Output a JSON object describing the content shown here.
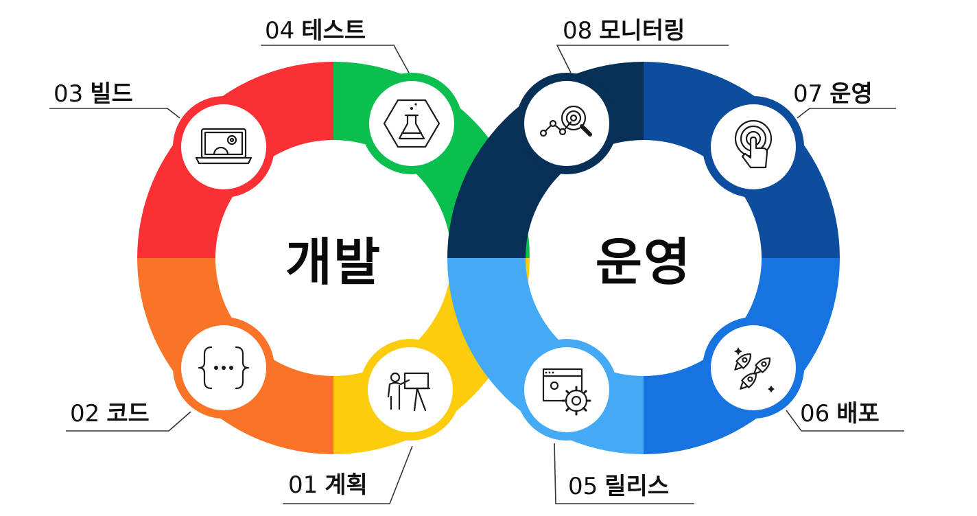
{
  "loops": {
    "dev": {
      "label": "개발"
    },
    "ops": {
      "label": "운영"
    }
  },
  "stages": [
    {
      "id": "plan",
      "number": "01",
      "name": "계획",
      "color": "#fccc0d",
      "icon": "presentation-icon"
    },
    {
      "id": "code",
      "number": "02",
      "name": "코드",
      "color": "#fa7428",
      "icon": "code-braces-icon"
    },
    {
      "id": "build",
      "number": "03",
      "name": "빌드",
      "color": "#fa3034",
      "icon": "laptop-gear-icon"
    },
    {
      "id": "test",
      "number": "04",
      "name": "테스트",
      "color": "#0abf4e",
      "icon": "flask-icon"
    },
    {
      "id": "release",
      "number": "05",
      "name": "릴리스",
      "color": "#45aaf5",
      "icon": "browser-gears-icon"
    },
    {
      "id": "deploy",
      "number": "06",
      "name": "배포",
      "color": "#1773e0",
      "icon": "rocket-icon"
    },
    {
      "id": "operate",
      "number": "07",
      "name": "운영",
      "color": "#0d4d9e",
      "icon": "touch-icon"
    },
    {
      "id": "monitor",
      "number": "08",
      "name": "모니터링",
      "color": "#063056",
      "icon": "search-chart-icon"
    }
  ]
}
